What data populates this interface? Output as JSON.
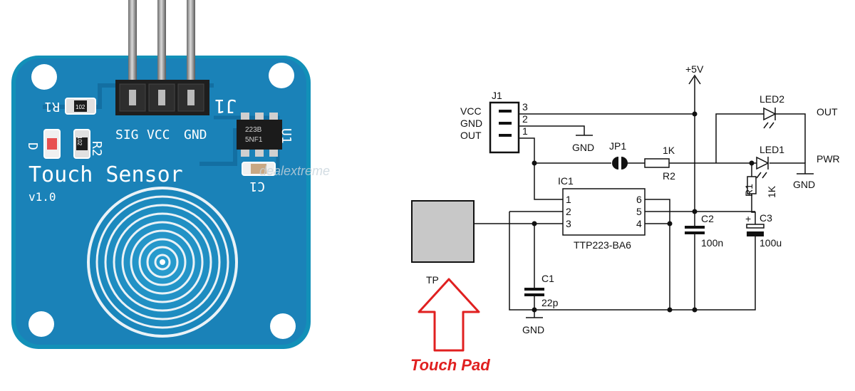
{
  "board": {
    "title": "Touch Sensor",
    "version": "v1.0",
    "pin_labels": [
      "SIG",
      "VCC",
      "GND"
    ],
    "header_ref": "J1",
    "refs": {
      "r1": "R1",
      "r2": "R2",
      "u1": "U1",
      "c1": "C1",
      "d": "D"
    },
    "r1_code": "102",
    "r2_code": "102",
    "ic_marking_1": "223B",
    "ic_marking_2": "5NF1",
    "watermark": "dealextreme",
    "colors": {
      "pcb": "#1a82b8",
      "pcb_dark": "#0b6fa6",
      "pcb_edge": "#1290b8",
      "pad_ring": "#e6eef3"
    }
  },
  "schematic": {
    "j1": {
      "ref": "J1",
      "pins": [
        {
          "num": "3",
          "name": "VCC"
        },
        {
          "num": "2",
          "name": "GND"
        },
        {
          "num": "1",
          "name": "OUT"
        }
      ]
    },
    "supply": "+5V",
    "gnd": "GND",
    "jp1": "JP1",
    "r2": {
      "ref": "R2",
      "value": "1K"
    },
    "r1": {
      "ref": "R1",
      "value": "1K"
    },
    "led2": "LED2",
    "led1": "LED1",
    "out": "OUT",
    "pwr": "PWR",
    "ic1": {
      "ref": "IC1",
      "part": "TTP223-BA6",
      "pins": [
        "1",
        "2",
        "3",
        "6",
        "5",
        "4"
      ]
    },
    "c1": {
      "ref": "C1",
      "value": "22p"
    },
    "c2": {
      "ref": "C2",
      "value": "100n"
    },
    "c3": {
      "ref": "C3",
      "value": "100u",
      "polarity": "+"
    },
    "tp": "TP",
    "touch_pad": "Touch Pad",
    "colors": {
      "arrow": "#e02020",
      "pad_fill": "#c8c8c8",
      "ink": "#111111"
    }
  }
}
